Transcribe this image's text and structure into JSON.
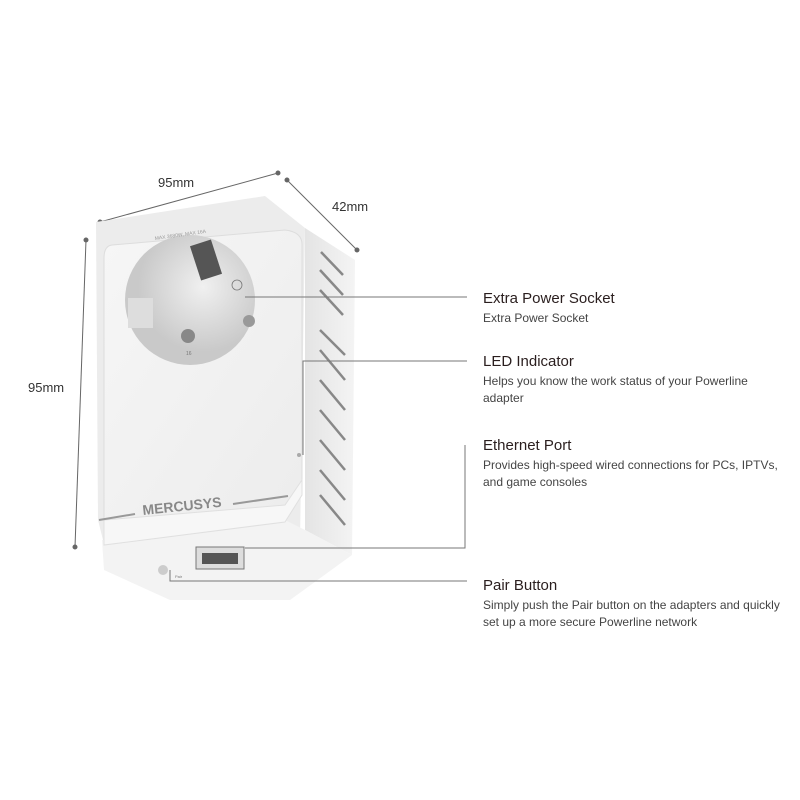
{
  "dimensions": {
    "width": "95mm",
    "depth": "42mm",
    "height": "95mm"
  },
  "device": {
    "brand": "MERCUSYS",
    "rating_label": "MAX 3680W, MAX 16A",
    "socket_label": "16",
    "pair_label": "Pair"
  },
  "features": [
    {
      "title": "Extra Power Socket",
      "description": "Extra Power Socket"
    },
    {
      "title": "LED Indicator",
      "description": "Helps you know the work status of your Powerline adapter"
    },
    {
      "title": "Ethernet Port",
      "description": "Provides high-speed wired connections for PCs, IPTVs, and game consoles"
    },
    {
      "title": "Pair Button",
      "description": "Simply push the Pair button on the adapters and quickly set up a more secure Powerline network"
    }
  ]
}
